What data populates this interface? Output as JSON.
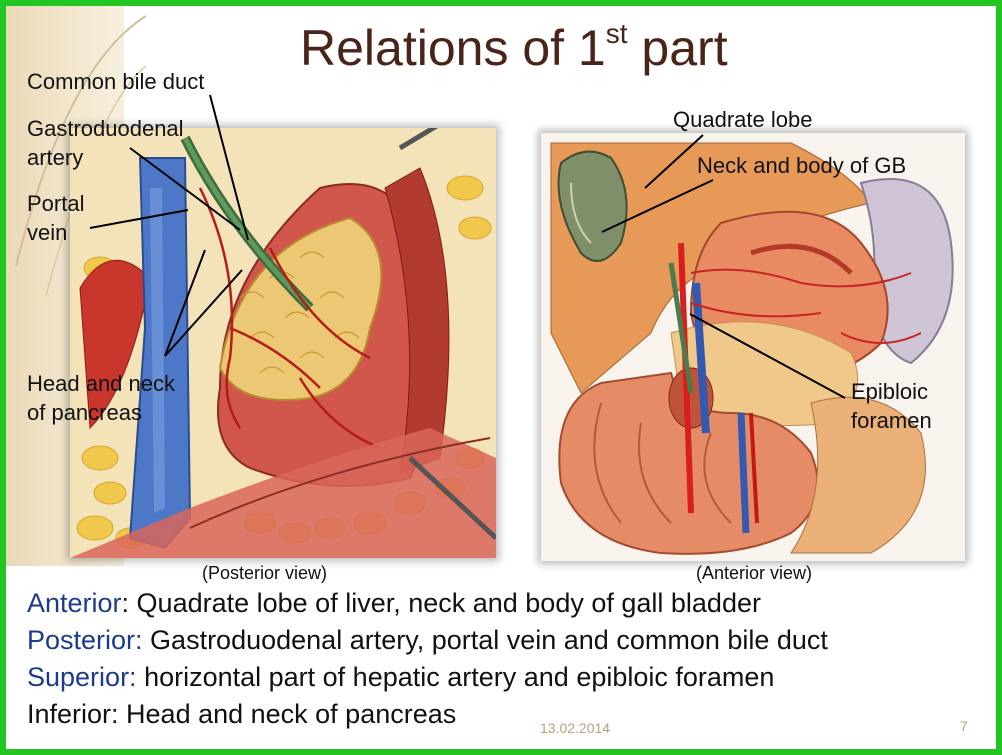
{
  "slide": {
    "title": "Relations of 1",
    "title_sup": "st",
    "title_tail": " part",
    "date": "13.02.2014",
    "page_number": "7",
    "frame_color": "#22c522"
  },
  "left_figure": {
    "caption": "(Posterior view)",
    "labels": {
      "common_bile_duct": "Common bile duct",
      "gastroduodenal_line1": "Gastroduodenal",
      "gastroduodenal_line2": "artery",
      "portal_line1": "Portal",
      "portal_line2": "vein",
      "head_line1": "Head and neck",
      "head_line2": "of pancreas"
    }
  },
  "right_figure": {
    "caption": "(Anterior view)",
    "labels": {
      "quadrate_lobe": "Quadrate lobe",
      "neck_body_gb": "Neck and body of GB",
      "epiploic_line1": "Epibloic",
      "epiploic_line2": "foramen"
    }
  },
  "relations": {
    "anterior_term": "Anterior",
    "anterior_text": ": Quadrate lobe of liver, neck and body of gall bladder",
    "posterior_term": "Posterior:",
    "posterior_text": " Gastroduodenal artery, portal vein and common bile duct",
    "superior_term": "Superior:",
    "superior_text": " horizontal part of hepatic artery and epibloic foramen",
    "inferior_text": "Inferior: Head and neck of pancreas"
  }
}
